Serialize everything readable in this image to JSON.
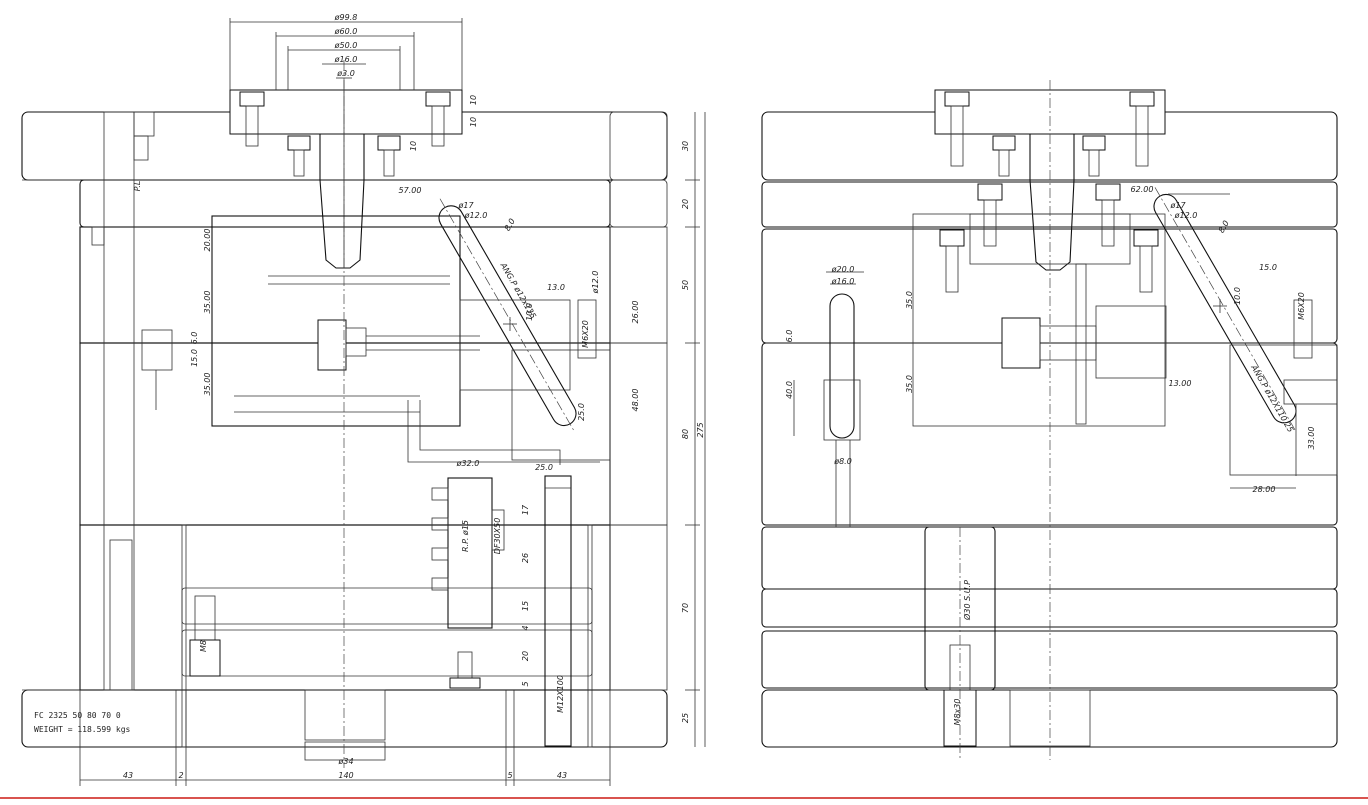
{
  "theme": {
    "ink": "#111111",
    "bottom_bar": "#d9534f",
    "background": "#ffffff"
  },
  "left_view": {
    "top_diameters": [
      "ø99.8",
      "ø60.0",
      "ø50.0",
      "ø16.0",
      "ø3.0"
    ],
    "plate_right_dims": [
      "30",
      "20",
      "50",
      "80",
      "70",
      "25"
    ],
    "total_height": "275",
    "top_ring_dims": [
      "10",
      "10",
      "10"
    ],
    "bottom_widths": [
      "43",
      "2",
      "140",
      "5",
      "43"
    ],
    "gate_dim": "ø34",
    "dims_misc": [
      "57.00",
      "20.00",
      "35.00",
      "35.00",
      "15.0",
      "6.0",
      "13.0",
      "10.0",
      "48.00",
      "25.0",
      "26.00",
      "25.0",
      "ø32.0",
      "17",
      "26",
      "15",
      "4",
      "20",
      "5",
      "ø17",
      "ø12.0",
      "8.0",
      "ø12.0"
    ],
    "part_labels": [
      "R.P. ø15",
      "DF30X50",
      "M12X100",
      "M8",
      "M6X20",
      "P.L"
    ],
    "note": "FC 2325 50 80 70 0",
    "weight": "WEIGHT = 118.599 kgs",
    "pin_label": "ANG.P ø12x135"
  },
  "right_view": {
    "dims_misc": [
      "62.00",
      "ø17",
      "ø12.0",
      "8.0",
      "ø20.0",
      "ø16.0",
      "6.0",
      "40.0",
      "35.0",
      "35.0",
      "15.0",
      "13.00",
      "33.00",
      "28.00",
      "10.0",
      "ø8.0"
    ],
    "part_labels": [
      "Ø30 S.U.P",
      "M8x30",
      "M6X20",
      "ANG.P ø12X110.25"
    ]
  }
}
